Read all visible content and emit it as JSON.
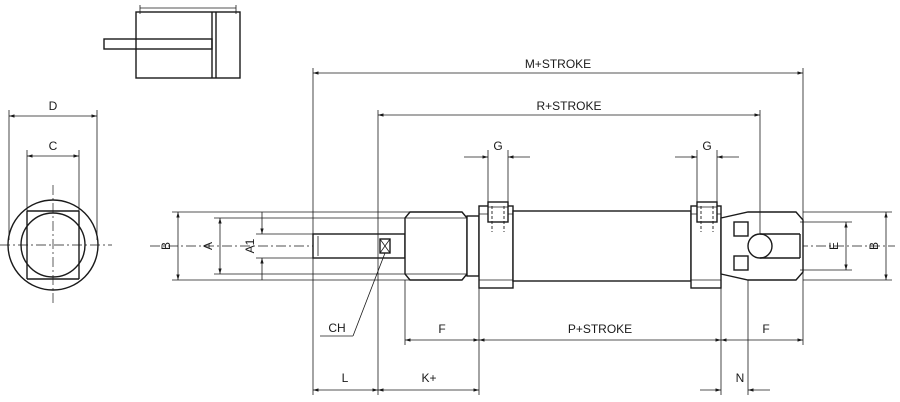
{
  "labels": {
    "m_stroke": "M+STROKE",
    "r_stroke": "R+STROKE",
    "g_left": "G",
    "g_right": "G",
    "d": "D",
    "c": "C",
    "b_left": "B",
    "a": "A",
    "a1": "A1",
    "e": "E",
    "b_right": "B",
    "ch": "CH",
    "f_left": "F",
    "p_stroke": "P+STROKE",
    "f_right": "F",
    "l": "L",
    "k": "K+",
    "n": "N"
  }
}
